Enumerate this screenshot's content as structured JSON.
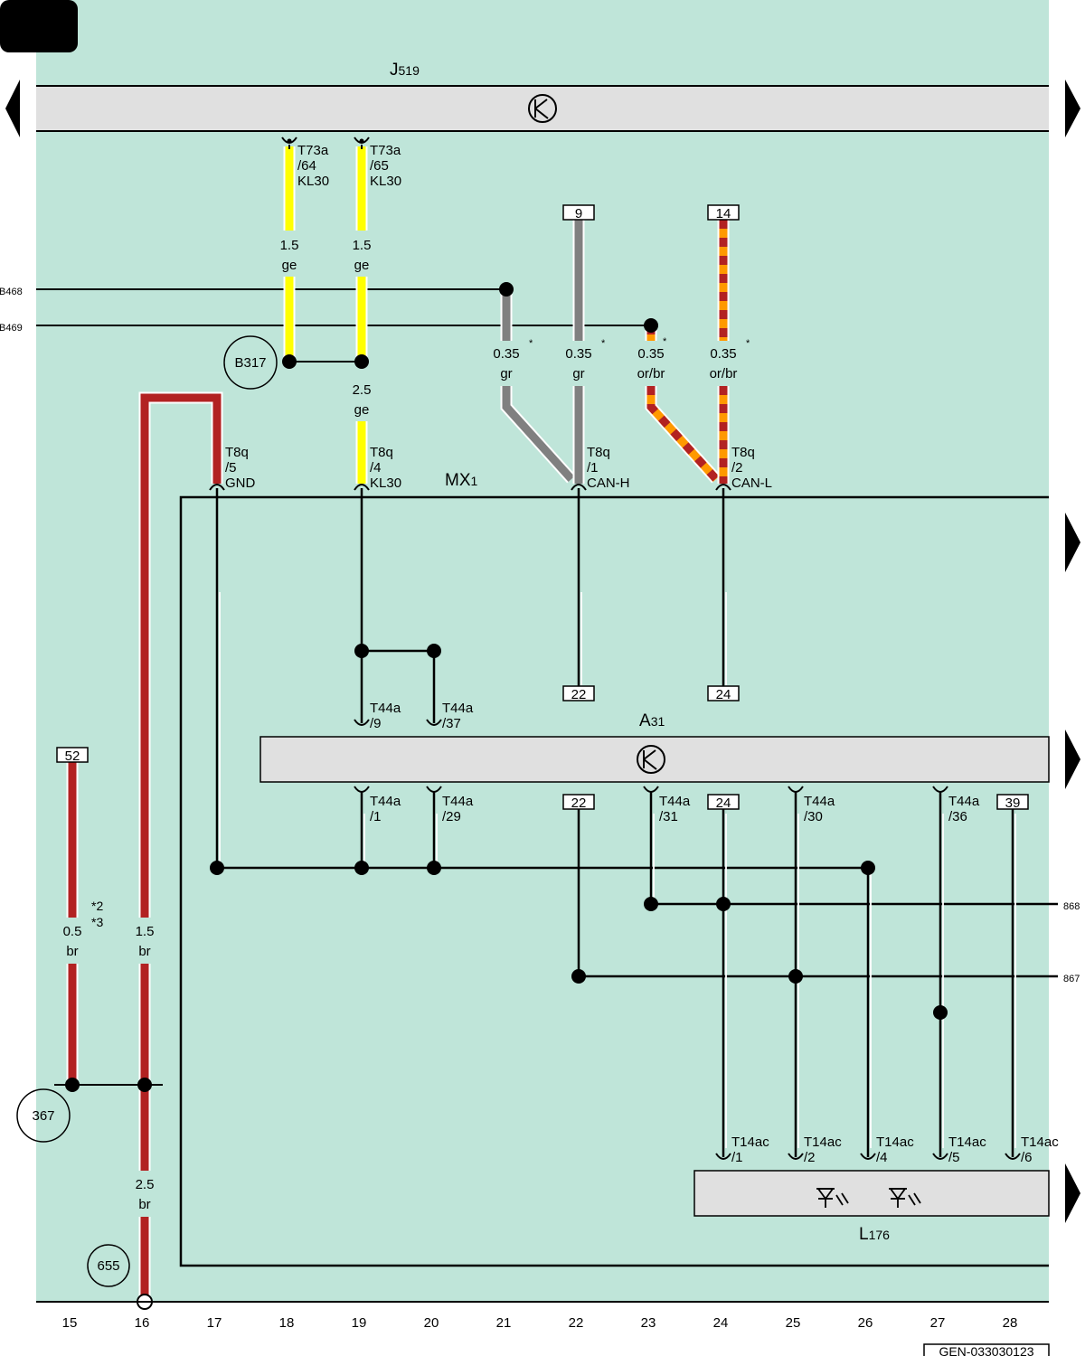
{
  "components": {
    "J519": {
      "name": "J",
      "sub": "519"
    },
    "MX1": {
      "name": "MX",
      "sub": "1"
    },
    "A31": {
      "name": "A",
      "sub": "31"
    },
    "L176": {
      "name": "L",
      "sub": "176"
    }
  },
  "pins": {
    "t73a_64": [
      "T73a",
      "/64",
      "KL30"
    ],
    "t73a_65": [
      "T73a",
      "/65",
      "KL30"
    ],
    "t8q_5": [
      "T8q",
      "/5",
      "GND"
    ],
    "t8q_4": [
      "T8q",
      "/4",
      "KL30"
    ],
    "t8q_1": [
      "T8q",
      "/1",
      "CAN-H"
    ],
    "t8q_2": [
      "T8q",
      "/2",
      "CAN-L"
    ],
    "t44a_9": [
      "T44a",
      "/9"
    ],
    "t44a_37": [
      "T44a",
      "/37"
    ],
    "t44a_1": [
      "T44a",
      "/1"
    ],
    "t44a_29": [
      "T44a",
      "/29"
    ],
    "t44a_31": [
      "T44a",
      "/31"
    ],
    "t44a_30": [
      "T44a",
      "/30"
    ],
    "t44a_36": [
      "T44a",
      "/36"
    ],
    "t14ac_1": [
      "T14ac",
      "/1"
    ],
    "t14ac_2": [
      "T14ac",
      "/2"
    ],
    "t14ac_4": [
      "T14ac",
      "/4"
    ],
    "t14ac_5": [
      "T14ac",
      "/5"
    ],
    "t14ac_6": [
      "T14ac",
      "/6"
    ]
  },
  "wires": {
    "w18": [
      "1.5",
      "ge"
    ],
    "w19a": [
      "1.5",
      "ge"
    ],
    "w19b": [
      "2.5",
      "ge"
    ],
    "w21": [
      "0.35",
      "gr"
    ],
    "w22": [
      "0.35",
      "gr"
    ],
    "w23": [
      "0.35",
      "or/br"
    ],
    "w24": [
      "0.35",
      "or/br"
    ],
    "w15": [
      "0.5",
      "br"
    ],
    "w16a": [
      "1.5",
      "br"
    ],
    "w16b": [
      "2.5",
      "br"
    ]
  },
  "asterisk": "*",
  "footnotes": [
    "*2",
    "*3"
  ],
  "references": {
    "top_9": "9",
    "top_14": "14",
    "a31_22": "22",
    "a31_24": "24",
    "bot_22": "22",
    "bot_24": "24",
    "bot_39": "39",
    "left_52": "52"
  },
  "ground_points": {
    "b317": "B317",
    "p367": "367",
    "p655": "655"
  },
  "lines": {
    "b468": "B468",
    "b469": "B469",
    "r868": "868",
    "r867": "867"
  },
  "columns": [
    "15",
    "16",
    "17",
    "18",
    "19",
    "20",
    "21",
    "22",
    "23",
    "24",
    "25",
    "26",
    "27",
    "28"
  ],
  "image_code": "GEN-033030123",
  "colors": {
    "background": "#bfe5d9",
    "component": "#e0e0e0",
    "ge": "#ffff00",
    "gr": "#808080",
    "br": "#b22222",
    "or": "#ff9900"
  }
}
